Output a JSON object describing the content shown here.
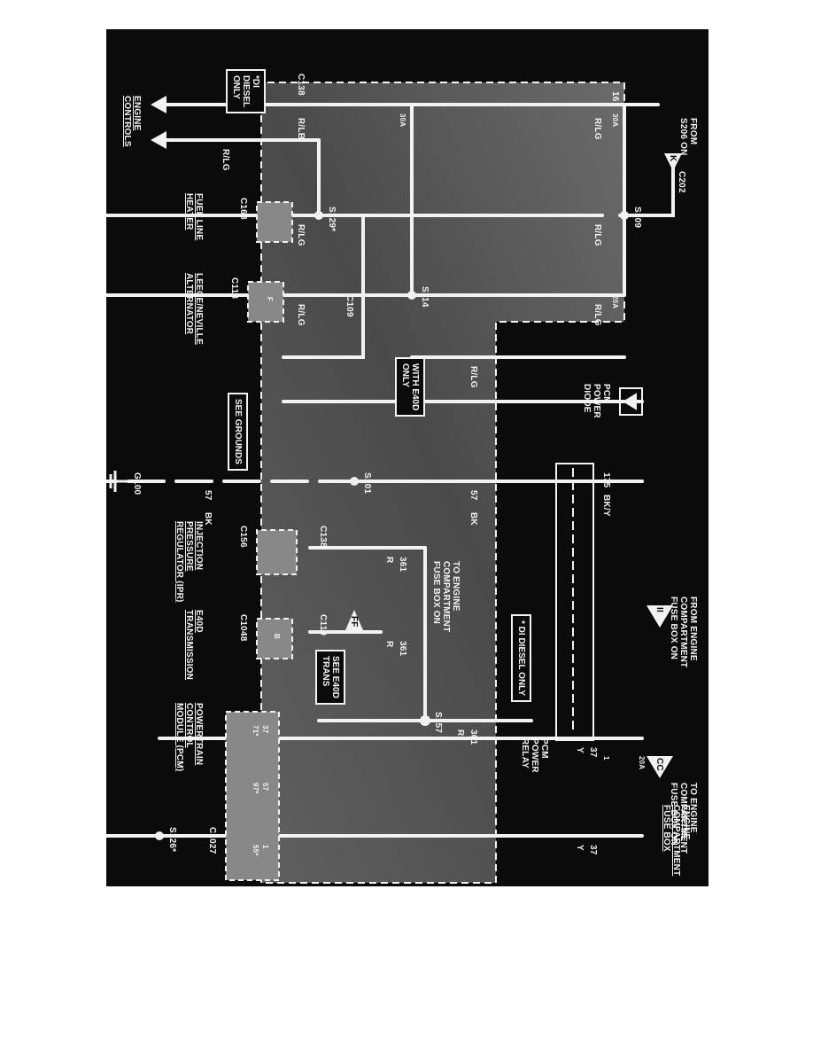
{
  "fuse_box": {
    "title": "ENGINE\nCOMPARTMENT\nFUSE BOX"
  },
  "sources": {
    "from_s206": "FROM\nS206 ON",
    "from_engine_fuse": "FROM ENGINE\nCOMPARTMENT\nFUSE BOX ON",
    "to_engine_fuse_right": "TO ENGINE\nCOMPARTMENT\nFUSE BOX ON",
    "to_engine_fuse_bottom": "TO ENGINE\nCOMPARTMENT\nFUSE BOX ON"
  },
  "arrow_letters": {
    "k": "K",
    "ii": "II",
    "cc": "CC",
    "ff": "FF"
  },
  "fuses": {
    "f30a": "30A",
    "f20a": "20A",
    "f30a_b": "30A",
    "f20a_b": "20A",
    "f1": "1"
  },
  "wires": {
    "g16": "16",
    "r_lg": "R/LG",
    "r_lb": "R/LB",
    "g175": "175",
    "bk_y": "BK/Y",
    "g57": "57",
    "bk": "BK",
    "g37": "37",
    "y": "Y",
    "g361": "361",
    "r": "R"
  },
  "splices": {
    "s109": "S109",
    "s114": "S114",
    "s129": "S129*",
    "s101": "S101",
    "s157": "S157",
    "s126": "S126*"
  },
  "connectors": {
    "c202": "C202",
    "c138": "C138",
    "c109": "C109",
    "c168": "C168",
    "c118": "C118",
    "c138b": "C138",
    "c156": "C156",
    "c110": "C110",
    "c1048": "C1048",
    "c1027": "C1027",
    "g100": "G100"
  },
  "components": {
    "pcm_power_diode": "PCM\nPOWER\nDIODE",
    "pcm_power_relay": "PCM\nPOWER\nRELAY",
    "fuel_line_heater": "FUEL LINE\nHEATER",
    "alternator": "LEECE/NEVILLE\nALTERNATOR",
    "ipr": "INJECTION\nPRESSURE\nREGULATOR (IPR)",
    "e40d_trans": "E40D\nTRANSMISSION",
    "pcm": "POWERTRAIN\nCONTROL\nMODULE (PCM)",
    "engine_controls": "ENGINE\nCONTROLS"
  },
  "pins": {
    "pcm_a": "37\n71*",
    "pcm_b": "57\n97*",
    "pcm_c": "1\n55*",
    "alt_pin": "F",
    "e40d_pin": "B"
  },
  "notes": {
    "di_diesel_only_top": "*DI\nDIESEL\nONLY",
    "with_e40d_only": "WITH E40D\nONLY",
    "see_grounds": "SEE GROUNDS",
    "di_diesel_only_bottom": "* DI DIESEL ONLY",
    "see_e40d_trans": "SEE E40D\nTRANS"
  },
  "colors": {
    "background": "#0b0b0b",
    "wire": "#f2f2f2",
    "fusebox": "#5a5a5a"
  }
}
